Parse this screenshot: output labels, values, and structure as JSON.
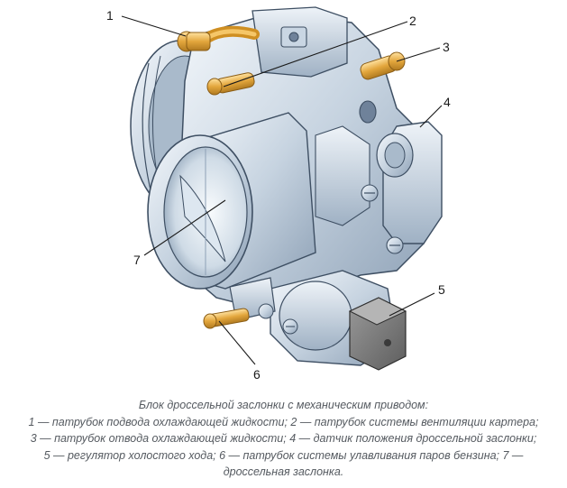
{
  "figure": {
    "callouts": [
      "1",
      "2",
      "3",
      "4",
      "5",
      "6",
      "7"
    ]
  },
  "caption": {
    "lines": [
      "Блок дроссельной заслонки с механическим приводом:",
      "1 — патрубок подвода охлаждающей жидкости; 2 — патрубок системы вентиляции картера;",
      "3 — патрубок отвода охлаждающей жидкости; 4 — датчик положения дроссельной заслонки;",
      "5 — регулятор холостого хода; 6 — патрубок системы улавливания паров бензина; 7 —",
      "дроссельная заслонка."
    ]
  },
  "colors": {
    "metal_light": "#e6edf4",
    "metal_mid": "#b7c6d6",
    "metal_dark": "#7f93aa",
    "brass": "#e0a43a",
    "outline": "#3e4f63"
  }
}
